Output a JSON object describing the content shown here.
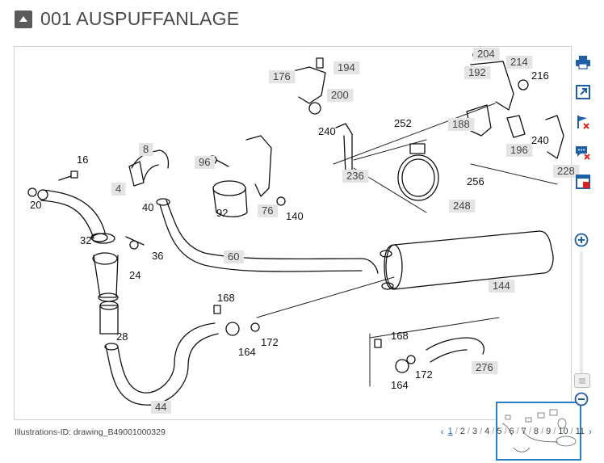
{
  "header": {
    "title": "001 AUSPUFFANLAGE"
  },
  "diagram": {
    "parts": [
      {
        "number": "194",
        "boxed": true
      },
      {
        "number": "176",
        "boxed": true
      },
      {
        "number": "200",
        "boxed": true
      },
      {
        "number": "240",
        "boxed": false
      },
      {
        "number": "204",
        "boxed": true
      },
      {
        "number": "214",
        "boxed": true
      },
      {
        "number": "192",
        "boxed": true
      },
      {
        "number": "216",
        "boxed": false
      },
      {
        "number": "188",
        "boxed": true
      },
      {
        "number": "196",
        "boxed": true
      },
      {
        "number": "240",
        "boxed": false
      },
      {
        "number": "228",
        "boxed": true
      },
      {
        "number": "252",
        "boxed": false
      },
      {
        "number": "256",
        "boxed": false
      },
      {
        "number": "236",
        "boxed": true
      },
      {
        "number": "248",
        "boxed": true
      },
      {
        "number": "8",
        "boxed": true
      },
      {
        "number": "16",
        "boxed": false
      },
      {
        "number": "96",
        "boxed": true
      },
      {
        "number": "20",
        "boxed": false
      },
      {
        "number": "4",
        "boxed": true
      },
      {
        "number": "40",
        "boxed": false
      },
      {
        "number": "92",
        "boxed": false
      },
      {
        "number": "76",
        "boxed": true
      },
      {
        "number": "140",
        "boxed": false
      },
      {
        "number": "32",
        "boxed": false
      },
      {
        "number": "36",
        "boxed": false
      },
      {
        "number": "60",
        "boxed": true
      },
      {
        "number": "24",
        "boxed": false
      },
      {
        "number": "144",
        "boxed": true
      },
      {
        "number": "168",
        "boxed": false
      },
      {
        "number": "164",
        "boxed": false
      },
      {
        "number": "172",
        "boxed": false
      },
      {
        "number": "28",
        "boxed": false
      },
      {
        "number": "168",
        "boxed": false
      },
      {
        "number": "172",
        "boxed": false
      },
      {
        "number": "164",
        "boxed": false
      },
      {
        "number": "276",
        "boxed": true
      },
      {
        "number": "44",
        "boxed": true
      }
    ]
  },
  "toolbar": {
    "buttons": [
      {
        "name": "print-icon"
      },
      {
        "name": "open-new-window-icon"
      },
      {
        "name": "flag-remove-icon"
      },
      {
        "name": "comment-remove-icon"
      },
      {
        "name": "window-remove-icon"
      }
    ],
    "zoom_in": "zoom-in-icon",
    "zoom_out": "zoom-out-icon"
  },
  "footer": {
    "illustration_id": "Illustrations-ID: drawing_B49001000329",
    "pages": [
      "1",
      "2",
      "3",
      "4",
      "5",
      "6",
      "7",
      "8",
      "9",
      "10",
      "11"
    ],
    "current_page": "1"
  },
  "colors": {
    "accent": "#2a7fc4",
    "label_box": "#e4e4e4",
    "header_button": "#5a5a5a"
  }
}
